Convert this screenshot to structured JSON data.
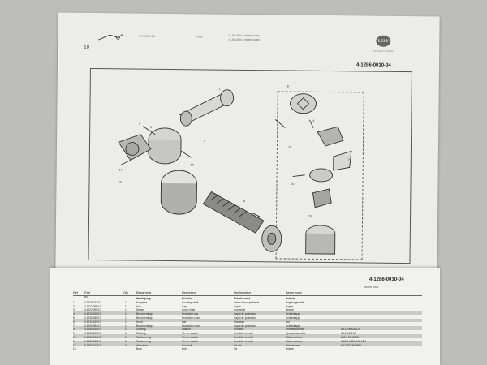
{
  "page1": {
    "header_left": "SR-LEGENDE",
    "header_mid": "ISS-B",
    "header_right_1": "4.1285.0001.2  00006454006",
    "header_right_2": "4.1285.0001.7  00006450006",
    "page_number": "10",
    "logo_text": "LELY",
    "tagline": "innovators in agriculture",
    "doc_number": "4-1286-0010-04",
    "callouts": [
      "1",
      "2",
      "3",
      "4",
      "5",
      "6",
      "7",
      "8",
      "9",
      "10",
      "11",
      "12",
      "13",
      "14",
      "15",
      "16",
      "17",
      "18",
      "19",
      "20",
      "21",
      "22",
      "23",
      "24"
    ]
  },
  "page2": {
    "doc_number": "4-1286-0010-04",
    "tech_info_label": "Techn. info",
    "headers": [
      "Ref",
      "Part no",
      "Qty",
      "Benaming",
      "Decription",
      "Designation",
      "Benennung"
    ],
    "rows": [
      {
        "ref": "",
        "part": "",
        "qty": "",
        "nl": "Aandrijving",
        "en": "Driveline",
        "fr": "Entraînement",
        "de": "Antrieb",
        "tech": "",
        "bold": true
      },
      {
        "ref": "1",
        "part": "4.1220.0770.0",
        "qty": "1",
        "nl": "Koppelas",
        "en": "Coupling shaft",
        "fr": "Arbre d'accouplement",
        "de": "Kupplungswelle",
        "tech": ""
      },
      {
        "ref": "2",
        "part": "4.1222.0980.0",
        "qty": "1",
        "nl": "Kap",
        "en": "Cap",
        "fr": "Capot",
        "de": "Kappe",
        "tech": ""
      },
      {
        "ref": "3",
        "part": "4.1222.0993.0",
        "qty": "1",
        "nl": "Deksel",
        "en": "Cover plate",
        "fr": "Couvercle",
        "de": "Deckel",
        "tech": ""
      },
      {
        "ref": "4",
        "part": "4.1220.1990.0",
        "qty": "1",
        "nl": "Beschermkap",
        "en": "Protection cap",
        "fr": "Capot de protection",
        "de": "Schutzkappe",
        "tech": ""
      },
      {
        "ref": "5",
        "part": "4.1240.0690.0",
        "qty": "1",
        "nl": "Beschermkap",
        "en": "Protection cover",
        "fr": "Capot de protection",
        "de": "Schutzkappe",
        "tech": ""
      },
      {
        "ref": "6",
        "part": "4.1241.1600.0",
        "qty": "1",
        "nl": "Hoed",
        "en": "Hat",
        "fr": "Chapeau",
        "de": "Hut",
        "tech": ""
      },
      {
        "ref": "7",
        "part": "4.1260.0940.0",
        "qty": "1",
        "nl": "Beschermkap",
        "en": "Protection cover",
        "fr": "Capot de protection",
        "de": "Schutzkappe",
        "tech": ""
      },
      {
        "ref": "8",
        "part": "4.1280.1400.0",
        "qty": "1",
        "nl": "Sluitring",
        "en": "Washer",
        "fr": "Rondelle",
        "de": "Unterlegscheibe",
        "tech": "A8,4 DIN6321-St"
      },
      {
        "ref": "9",
        "part": "9.1450.0005.0",
        "qty": "1",
        "nl": "Sluitring",
        "en": "Sh.-pr. washer",
        "fr": "Rondelle éventail",
        "de": "Sperzahnscheibe",
        "tech": "A8,2 DIN137"
      },
      {
        "ref": "10",
        "part": "9.1651.0001.8",
        "qty": "1",
        "nl": "Tandveerring",
        "en": "Sh.-pr. washer",
        "fr": "Rondelle éventail",
        "de": "Fächerscheibe",
        "tech": "A10,5 DIN6798"
      },
      {
        "ref": "11",
        "part": "9.1981.0802.0",
        "qty": "6",
        "nl": "Tandveerring",
        "en": "Sh.-pr. washer",
        "fr": "Rondelle éventail",
        "de": "Fächerscheibe",
        "tech": "M12x1,5 DIN912-12.9"
      },
      {
        "ref": "12",
        "part": "9.1557.0136.3",
        "qty": "3",
        "nl": "Inbusbout",
        "en": "Soc. bolt",
        "fr": "Vis chc",
        "de": "Inbusbolzen",
        "tech": "M12x30 DIN7984"
      },
      {
        "ref": "13",
        "part": "",
        "qty": "",
        "nl": "Bout",
        "en": "Bolt",
        "fr": "Vis",
        "de": "Bolzen",
        "tech": ""
      }
    ]
  }
}
